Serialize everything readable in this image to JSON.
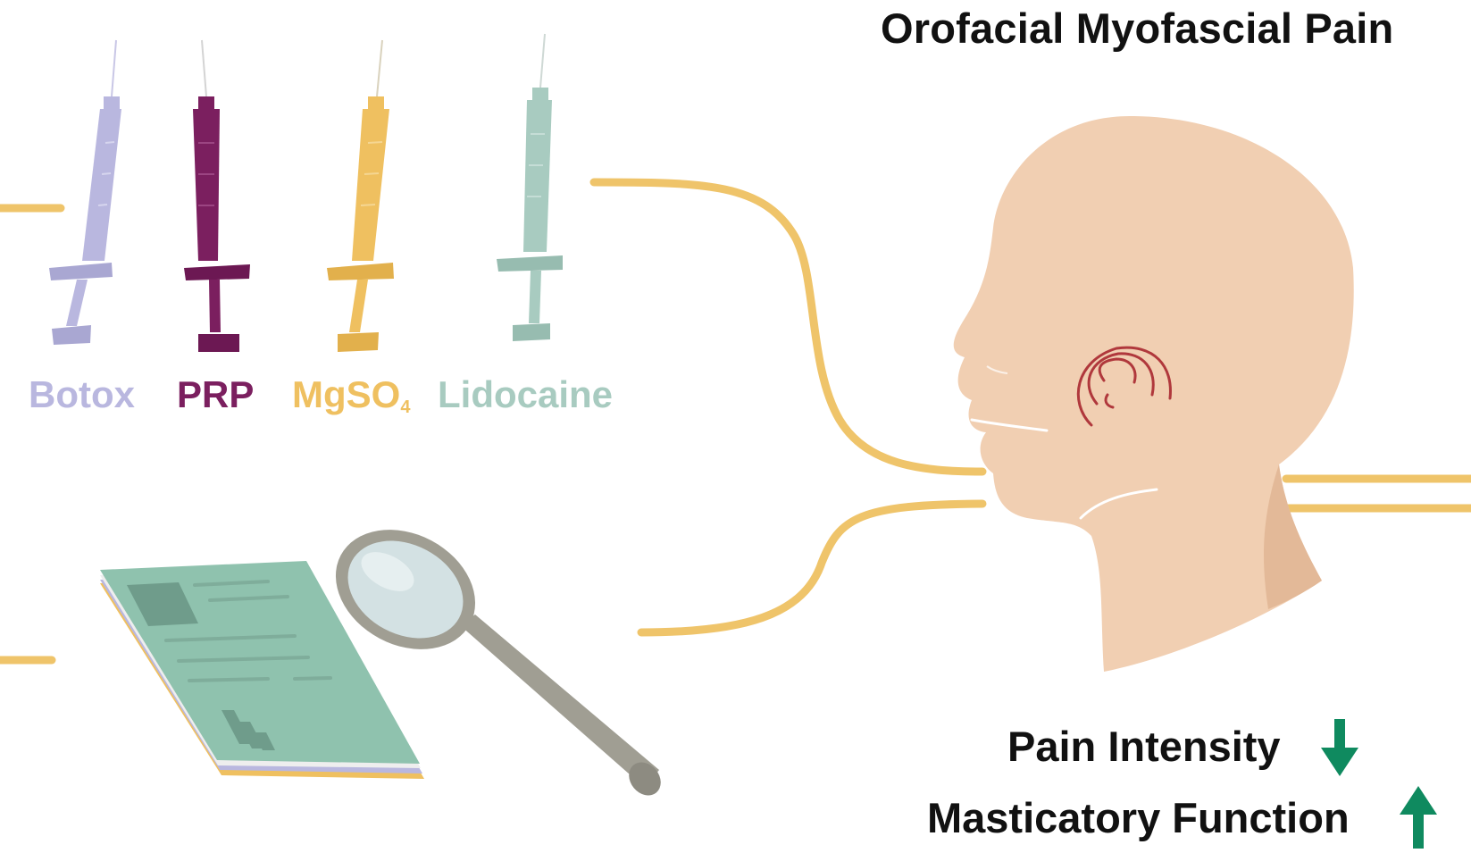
{
  "title": "Orofacial Myofascial Pain",
  "drugs": [
    {
      "label": "Botox",
      "color": "#b9b7df"
    },
    {
      "label": "PRP",
      "color": "#7b1f5f"
    },
    {
      "label": "MgSO",
      "subscript": "4",
      "color": "#efc060"
    },
    {
      "label": "Lidocaine",
      "color": "#a8cbc0"
    }
  ],
  "outcomes": [
    {
      "label": "Pain Intensity",
      "arrow": "down-arrow-icon"
    },
    {
      "label": "Masticatory Function",
      "arrow": "up-arrow-icon"
    }
  ],
  "colors": {
    "connector": "#efc46a",
    "skin": "#f1cfb2",
    "skin_shadow": "#e3b998",
    "pain": "#b0383c",
    "arrow": "#0f8a5f",
    "paper": "#8fc2ae",
    "magnifier": "#a09e93"
  }
}
